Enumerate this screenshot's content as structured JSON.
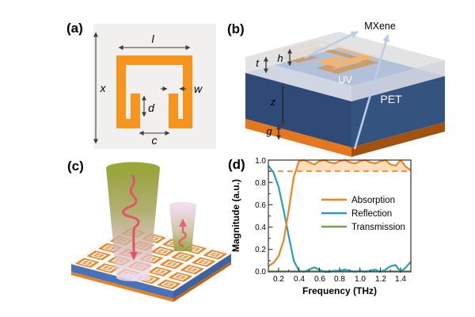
{
  "panels": {
    "a": {
      "label": "(a)",
      "dimension_labels": {
        "l": "l",
        "x": "x",
        "w": "w",
        "d": "d",
        "c": "c"
      }
    },
    "b": {
      "label": "(b)",
      "material_labels": {
        "mxene": "MXene",
        "uv": "UV",
        "pet": "PET"
      },
      "dimension_labels": {
        "t": "t",
        "h": "h",
        "z": "z",
        "g": "g"
      }
    },
    "c": {
      "label": "(c)"
    },
    "d": {
      "label": "(d)"
    }
  },
  "colors": {
    "structure_orange": "#F7941E",
    "structure_orange_dark": "#B96E16",
    "panel_a_bg": "#F1F0EF",
    "pet_blue_left": "#2F4A76",
    "pet_blue_right": "#35537F",
    "beam_arrow_blue": "#B9CCE8",
    "pulse_red": "#E25568",
    "threshold_dash": "#F5821F",
    "absorption_fill": "rgba(247,148,30,0.30)"
  },
  "chart_data": {
    "type": "line",
    "title": "",
    "xlabel": "Frequency (THz)",
    "ylabel": "Magnitude (a.u.)",
    "xlim": [
      0.1,
      1.5
    ],
    "ylim": [
      0.0,
      1.0
    ],
    "grid": false,
    "legend_position": "inside center-right",
    "xticks": [
      0.2,
      0.4,
      0.6,
      0.8,
      1.0,
      1.2,
      1.4
    ],
    "yticks": [
      0.0,
      0.2,
      0.4,
      0.6,
      0.8,
      1.0
    ],
    "xtick_labels": [
      "0.2",
      "0.4",
      "0.6",
      "0.8",
      "1.0",
      "1.2",
      "1.4"
    ],
    "ytick_labels": [
      "0.0",
      "0.2",
      "0.4",
      "0.6",
      "0.8",
      "1.0"
    ],
    "threshold_line": {
      "y": 0.9,
      "style": "dashed"
    },
    "x": [
      0.1,
      0.15,
      0.2,
      0.25,
      0.3,
      0.35,
      0.4,
      0.45,
      0.5,
      0.55,
      0.6,
      0.65,
      0.7,
      0.75,
      0.8,
      0.85,
      0.9,
      0.95,
      1.0,
      1.05,
      1.1,
      1.15,
      1.2,
      1.25,
      1.3,
      1.35,
      1.4,
      1.45,
      1.5
    ],
    "series": [
      {
        "name": "Absorption",
        "color": "#F5821F",
        "values": [
          0.05,
          0.08,
          0.14,
          0.28,
          0.55,
          0.85,
          0.99,
          1.0,
          0.98,
          0.96,
          0.99,
          1.0,
          0.98,
          0.97,
          0.99,
          1.0,
          0.98,
          0.97,
          0.99,
          1.0,
          0.98,
          0.97,
          0.99,
          1.0,
          0.96,
          0.95,
          1.0,
          0.94,
          0.91
        ]
      },
      {
        "name": "Reflection",
        "color": "#2B9BBE",
        "values": [
          0.95,
          0.89,
          0.76,
          0.55,
          0.32,
          0.1,
          0.01,
          0.0,
          0.02,
          0.04,
          0.02,
          0.0,
          0.0,
          0.01,
          0.01,
          0.02,
          0.01,
          0.0,
          0.01,
          0.0,
          0.01,
          0.02,
          0.0,
          0.02,
          0.05,
          0.06,
          0.0,
          0.04,
          0.09
        ]
      },
      {
        "name": "Transmission",
        "color": "#73A83C",
        "values": [
          0.005,
          0.005,
          0.005,
          0.005,
          0.005,
          0.005,
          0.005,
          0.005,
          0.005,
          0.005,
          0.005,
          0.005,
          0.005,
          0.005,
          0.005,
          0.005,
          0.005,
          0.005,
          0.005,
          0.005,
          0.005,
          0.005,
          0.005,
          0.005,
          0.005,
          0.005,
          0.005,
          0.005,
          0.005
        ]
      }
    ]
  }
}
